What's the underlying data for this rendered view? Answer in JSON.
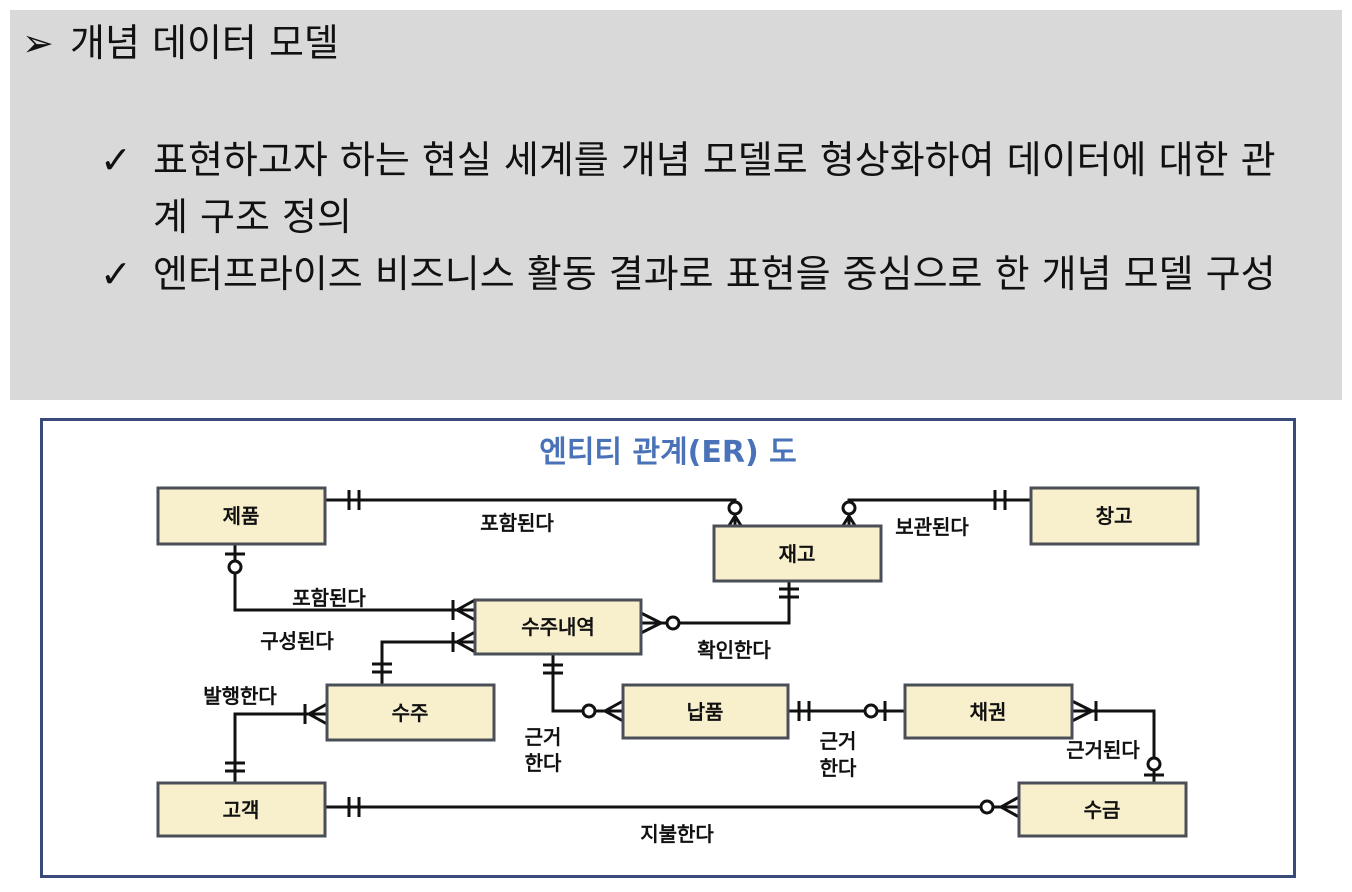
{
  "slide": {
    "heading": "개념 데이터 모델",
    "bullet_icon": "➢",
    "check_icon": "✓",
    "bullets": [
      "표현하고자 하는 현실 세계를 개념 모델로 형상화하여 데이터에 대한 관계 구조 정의",
      "엔터프라이즈 비즈니스 활동 결과로 표현을 중심으로 한 개념 모델 구성"
    ]
  },
  "diagram": {
    "title": "엔티티 관계(ER) 도",
    "title_color": "#4a72b8",
    "frame_color": "#3a4b7a",
    "entity_fill": "#f8f0cc",
    "entities": {
      "product": "제품",
      "stock": "재고",
      "warehouse": "창고",
      "order_detail": "수주내역",
      "order": "수주",
      "delivery": "납품",
      "receivable": "채권",
      "customer": "고객",
      "collection": "수금"
    },
    "relations": {
      "product_stock": "포함된다",
      "stock_warehouse": "보관된다",
      "product_detail": "포함된다",
      "order_detail": "구성된다",
      "detail_stock": "확인한다",
      "customer_order": "발행한다",
      "detail_delivery_1": "근거",
      "detail_delivery_2": "한다",
      "delivery_receivable_1": "근거",
      "delivery_receivable_2": "한다",
      "receivable_collection": "근거된다",
      "customer_collection": "지불한다"
    }
  }
}
